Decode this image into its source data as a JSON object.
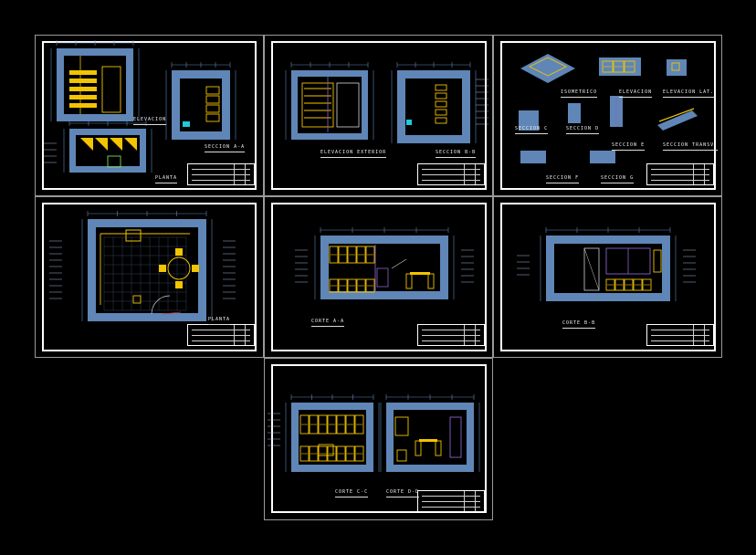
{
  "viewer": {
    "background": "#000000",
    "cell_border_color": "#9a9a9a",
    "sheet_border_color": "#ffffff",
    "wall_color": "#5f86b6",
    "wall_dark_color": "#3e5e86",
    "furniture_color": "#f3c400",
    "accent_purple": "#8a63c9",
    "accent_cyan": "#22c8d8"
  },
  "sheets": [
    {
      "id": "sheet-1",
      "labels": [
        "ELEVACION",
        "SECCION A-A",
        "PLANTA"
      ]
    },
    {
      "id": "sheet-2",
      "labels": [
        "ELEVACION EXTERIOR",
        "SECCION B-B"
      ]
    },
    {
      "id": "sheet-3",
      "labels": [
        "ISOMETRICO",
        "ELEVACION",
        "ELEVACION LAT.",
        "SECCION C",
        "SECCION D",
        "SECCION E",
        "SECCION TRANSV.",
        "SECCION F",
        "SECCION G"
      ]
    },
    {
      "id": "sheet-4",
      "labels": [
        "PLANTA"
      ]
    },
    {
      "id": "sheet-5",
      "labels": [
        "CORTE A-A"
      ]
    },
    {
      "id": "sheet-6",
      "labels": [
        "CORTE B-B"
      ]
    },
    {
      "id": "sheet-7",
      "labels": [
        "CORTE C-C",
        "CORTE D-D"
      ]
    }
  ]
}
